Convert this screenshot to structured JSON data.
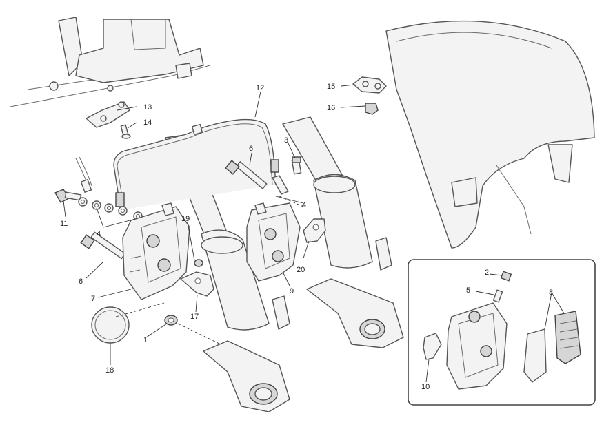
{
  "callouts": {
    "c1": "1",
    "c2": "2",
    "c3": "3",
    "c4a": "4",
    "c4b": "4",
    "c5": "5",
    "c6a": "6",
    "c6b": "6",
    "c7": "7",
    "c8": "8",
    "c9": "9",
    "c10": "10",
    "c11": "11",
    "c12": "12",
    "c13": "13",
    "c14": "14",
    "c15": "15",
    "c16": "16",
    "c17": "17",
    "c18": "18",
    "c19": "19",
    "c20": "20"
  }
}
